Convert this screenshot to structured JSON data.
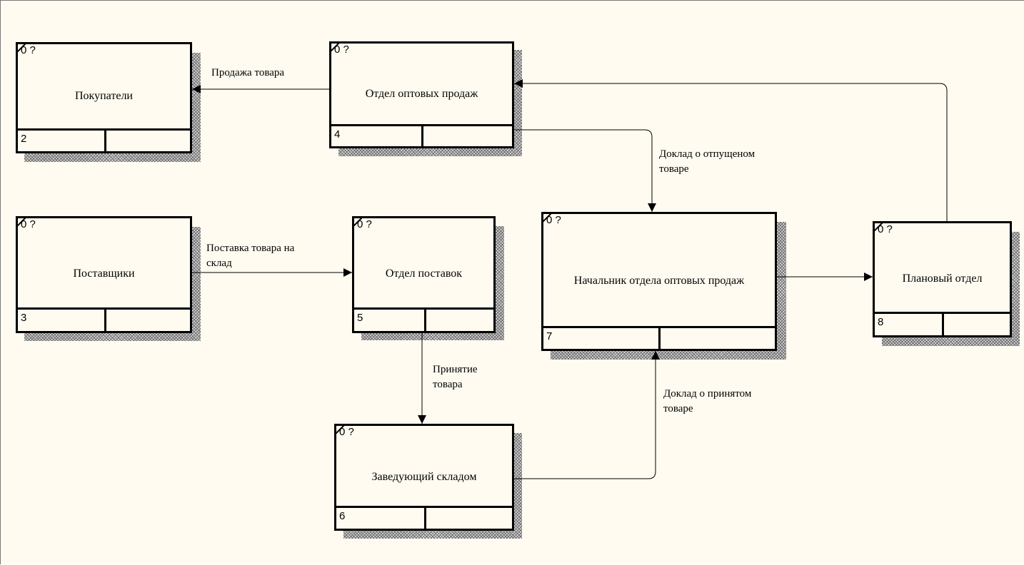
{
  "nodes": [
    {
      "id": "pokupateli",
      "code": "0 ?",
      "name": "Покупатели",
      "number": "2"
    },
    {
      "id": "otdel-optovyh-prodazh",
      "code": "0 ?",
      "name": "Отдел оптовых продаж",
      "number": "4"
    },
    {
      "id": "postavshchiki",
      "code": "0 ?",
      "name": "Поставщики",
      "number": "3"
    },
    {
      "id": "otdel-postavok",
      "code": "0 ?",
      "name": "Отдел поставок",
      "number": "5"
    },
    {
      "id": "nachalnik",
      "code": "0 ?",
      "name": "Начальник отдела оптовых продаж",
      "number": "7"
    },
    {
      "id": "planovyy-otdel",
      "code": "0 ?",
      "name": "Плановый отдел",
      "number": "8"
    },
    {
      "id": "zaveduyushchiy-skladom",
      "code": "0 ?",
      "name": "Заведующий складом",
      "number": "6"
    }
  ],
  "flows": [
    {
      "id": "prodazha",
      "label_lines": [
        "Продажа товара"
      ]
    },
    {
      "id": "postavka",
      "label_lines": [
        "Поставка товара на",
        "склад"
      ]
    },
    {
      "id": "doklad-otpushchen",
      "label_lines": [
        "Доклад о отпущеном",
        "товаре"
      ]
    },
    {
      "id": "prinyatie",
      "label_lines": [
        "Принятие",
        "товара"
      ]
    },
    {
      "id": "doklad-prinyat",
      "label_lines": [
        "Доклад о принятом",
        "товаре"
      ]
    },
    {
      "id": "k-planovomu",
      "label_lines": []
    },
    {
      "id": "ot-planovogo",
      "label_lines": []
    }
  ]
}
